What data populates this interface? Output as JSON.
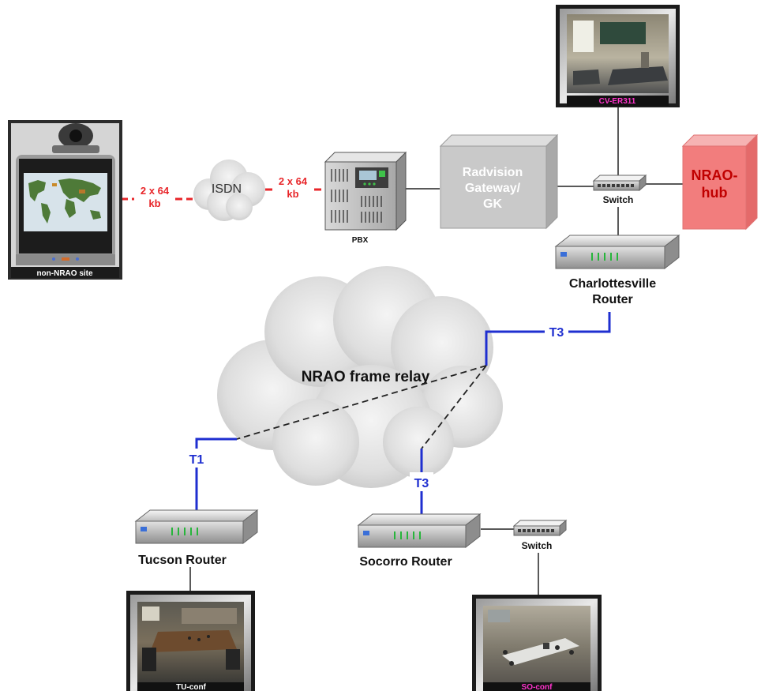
{
  "labels": {
    "isdn": "ISDN",
    "bw_left_line1": "2 x 64",
    "bw_left_line2": "kb",
    "bw_right_line1": "2 x 64",
    "bw_right_line2": "kb",
    "pbx": "PBX",
    "gateway_line1": "Radvision",
    "gateway_line2": "Gateway/",
    "gateway_line3": "GK",
    "switch_top": "Switch",
    "hub_line1": "NRAO-",
    "hub_line2": "hub",
    "cv_router_line1": "Charlottesville",
    "cv_router_line2": "Router",
    "frame_relay": "NRAO frame relay",
    "t3_top": "T3",
    "t1": "T1",
    "t3_bottom": "T3",
    "tucson_router": "Tucson Router",
    "socorro_router": "Socorro Router",
    "switch_bottom": "Switch"
  },
  "sites": {
    "non_nrao": "non-NRAO site",
    "cv_room": "CV-ER311",
    "tu_room": "TU-conf",
    "so_room": "SO-conf"
  },
  "colors": {
    "isdn_link": "#e8262a",
    "wan_link": "#1f2fd0",
    "hub_fill": "#f27d7d",
    "gateway_fill": "#c9c9c9",
    "caption_magenta": "#ff33cc"
  }
}
